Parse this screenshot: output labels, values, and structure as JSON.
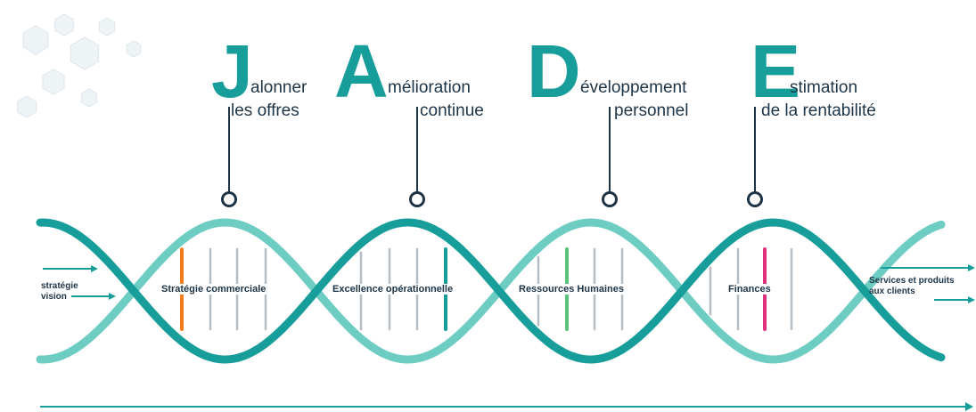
{
  "pillars": [
    {
      "letter": "J",
      "line1": "alonner",
      "line2": "les offres"
    },
    {
      "letter": "A",
      "line1": "mélioration",
      "line2": "continue"
    },
    {
      "letter": "D",
      "line1": "éveloppement",
      "line2": "personnel"
    },
    {
      "letter": "E",
      "line1": "stimation",
      "line2": "de la rentabilité"
    }
  ],
  "domains": [
    {
      "label": "Stratégie commerciale",
      "accent": "#f07c1e"
    },
    {
      "label": "Excellence opérationnelle",
      "accent": "#179e9a"
    },
    {
      "label": "Ressources Humaines",
      "accent": "#5cc17a"
    },
    {
      "label": "Finances",
      "accent": "#e0317c"
    }
  ],
  "inputs": {
    "line1": "stratégie",
    "line2": "vision"
  },
  "outputs": {
    "line1": "Services et produits",
    "line2": "aux clients"
  },
  "colors": {
    "teal_dark": "#179e9a",
    "teal_light": "#6ecdc2",
    "navy": "#1d3447",
    "rung_gray": "#b4bcc4"
  }
}
